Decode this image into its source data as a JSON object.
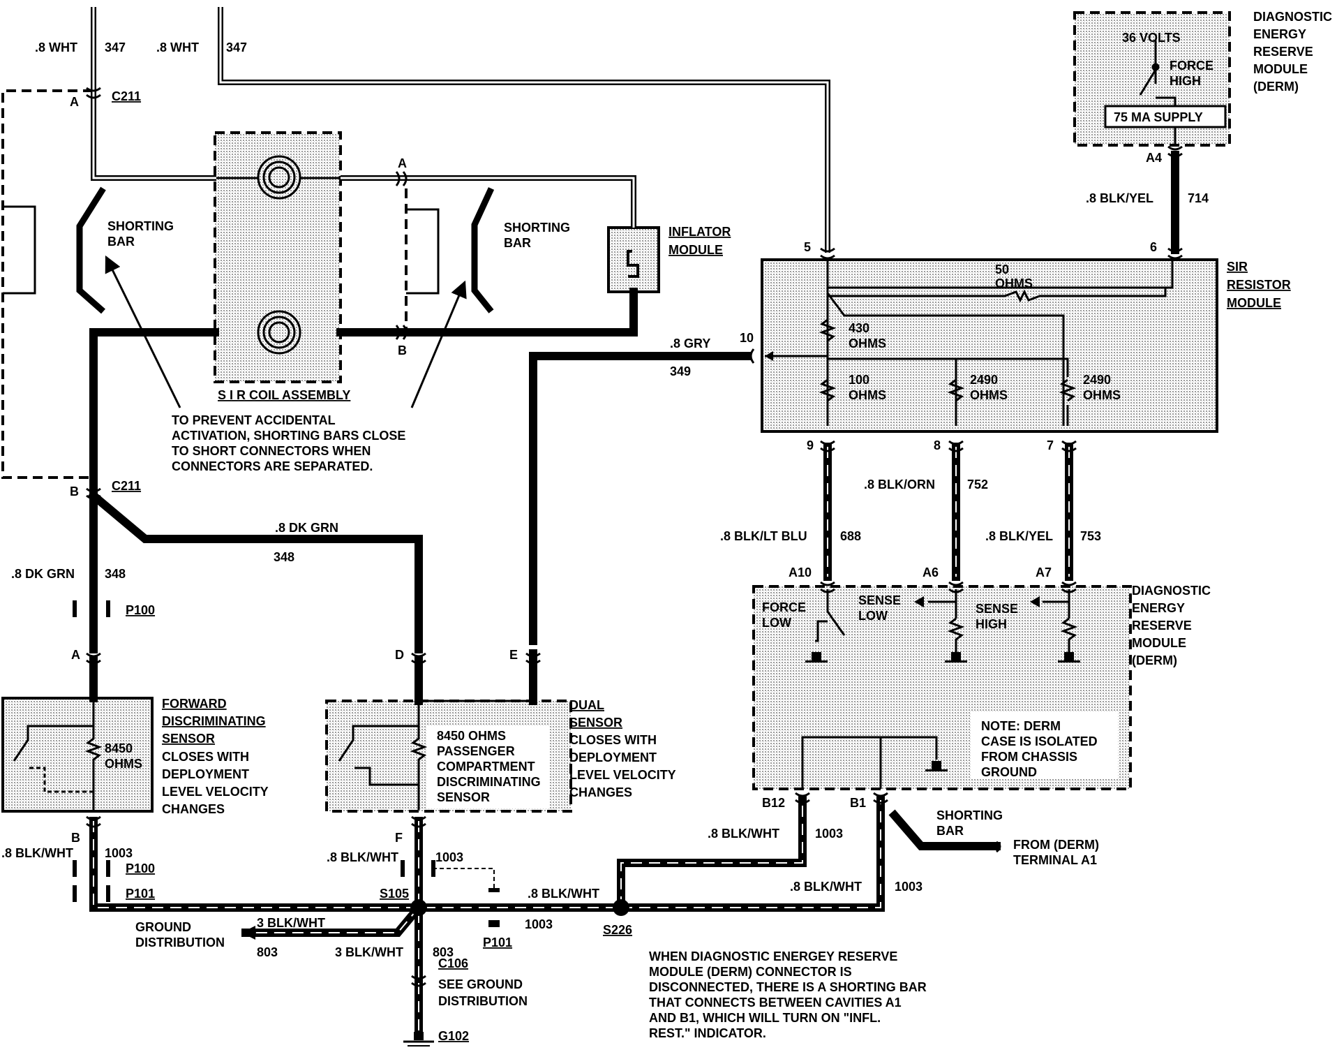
{
  "top_wires": {
    "left": {
      "gauge": ".8 WHT",
      "circuit": "347"
    },
    "right": {
      "gauge": ".8 WHT",
      "circuit": "347"
    }
  },
  "connectors": {
    "c211": "C211",
    "c211_pin_a": "A",
    "c211_pin_b": "B",
    "sir_pin_a": "A",
    "sir_pin_b": "B"
  },
  "shorting_bar_left": "SHORTING\nBAR",
  "shorting_bar_right": "SHORTING\nBAR",
  "sir_coil": "S I R COIL ASSEMBLY",
  "inflator_module": "INFLATOR\nMODULE",
  "note_shorting": "TO PREVENT ACCIDENTAL\nACTIVATION, SHORTING BARS CLOSE\nTO SHORT CONNECTORS WHEN\nCONNECTORS ARE SEPARATED.",
  "derm_top": {
    "voltage": "36 VOLTS",
    "force_high": "FORCE\nHIGH",
    "supply": "75 MA SUPPLY",
    "title": "DIAGNOSTIC\nENERGY\nRESERVE\nMODULE\n(DERM)",
    "pin": "A4",
    "wire_gauge": ".8 BLK/YEL",
    "wire_circuit": "714"
  },
  "sir_resistor": {
    "title": "SIR\nRESISTOR\nMODULE",
    "pin5": "5",
    "pin6": "6",
    "pin10": "10",
    "pin9": "9",
    "pin8": "8",
    "pin7": "7",
    "r50": "50\nOHMS",
    "r430": "430\nOHMS",
    "r100": "100\nOHMS",
    "r2490a": "2490\nOHMS",
    "r2490b": "2490\nOHMS"
  },
  "wire_349": {
    "gauge": ".8 GRY",
    "circuit": "349"
  },
  "wire_688": {
    "gauge": ".8 BLK/LT BLU",
    "circuit": "688"
  },
  "wire_752": {
    "gauge": ".8 BLK/ORN",
    "circuit": "752"
  },
  "wire_753": {
    "gauge": ".8 BLK/YEL",
    "circuit": "753"
  },
  "derm_bottom": {
    "pin_a10": "A10",
    "pin_a6": "A6",
    "pin_a7": "A7",
    "force_low": "FORCE\nLOW",
    "sense_low": "SENSE\nLOW",
    "sense_high": "SENSE\nHIGH",
    "title": "DIAGNOSTIC\nENERGY\nRESERVE\nMODULE\n(DERM)",
    "note": "NOTE: DERM\nCASE IS ISOLATED\nFROM CHASSIS\nGROUND",
    "pin_b12": "B12",
    "pin_b1": "B1"
  },
  "wire_348_left": {
    "gauge": ".8 DK GRN",
    "circuit": "348"
  },
  "wire_348_mid": {
    "gauge": ".8 DK GRN",
    "circuit": "348"
  },
  "p100": "P100",
  "p101": "P101",
  "fwd_sensor": {
    "pin_a": "A",
    "pin_b": "B",
    "ohms": "8450\nOHMS",
    "title": "FORWARD\nDISCRIMINATING\nSENSOR",
    "desc": "CLOSES WITH\nDEPLOYMENT\nLEVEL VELOCITY\nCHANGES"
  },
  "dual_sensor": {
    "pin_d": "D",
    "pin_e": "E",
    "pin_f": "F",
    "ohms": "8450 OHMS\nPASSENGER\nCOMPARTMENT\nDISCRIMINATING\nSENSOR",
    "title": "DUAL\nSENSOR",
    "desc": "CLOSES WITH\nDEPLOYMENT\nLEVEL VELOCITY\nCHANGES"
  },
  "ground_wires": {
    "left": {
      "gauge": ".8 BLK/WHT",
      "circuit": "1003"
    },
    "mid": {
      "gauge": ".8 BLK/WHT",
      "circuit": "1003"
    },
    "bottom": {
      "gauge": ".8 BLK/WHT",
      "circuit": "1003"
    },
    "b12": {
      "gauge": ".8 BLK/WHT",
      "circuit": "1003"
    },
    "b1": {
      "gauge": ".8 BLK/WHT",
      "circuit": "1003"
    },
    "dist_a": {
      "gauge": "3 BLK/WHT",
      "circuit": "803"
    },
    "dist_b": {
      "gauge": "3 BLK/WHT",
      "circuit": "803"
    }
  },
  "splices": {
    "s105": "S105",
    "s226": "S226"
  },
  "ground_distribution": "GROUND\nDISTRIBUTION",
  "c106": "C106",
  "see_ground": "SEE GROUND\nDISTRIBUTION",
  "g102": "G102",
  "shorting_bar_bottom": "SHORTING\nBAR",
  "from_derm": "FROM (DERM)\nTERMINAL A1",
  "note_derm": "WHEN DIAGNOSTIC ENERGEY RESERVE\nMODULE (DERM) CONNECTOR IS\nDISCONNECTED, THERE IS A SHORTING BAR\nTHAT CONNECTS BETWEEN CAVITIES A1\nAND B1, WHICH WILL TURN ON \"INFL.\nREST.\" INDICATOR."
}
